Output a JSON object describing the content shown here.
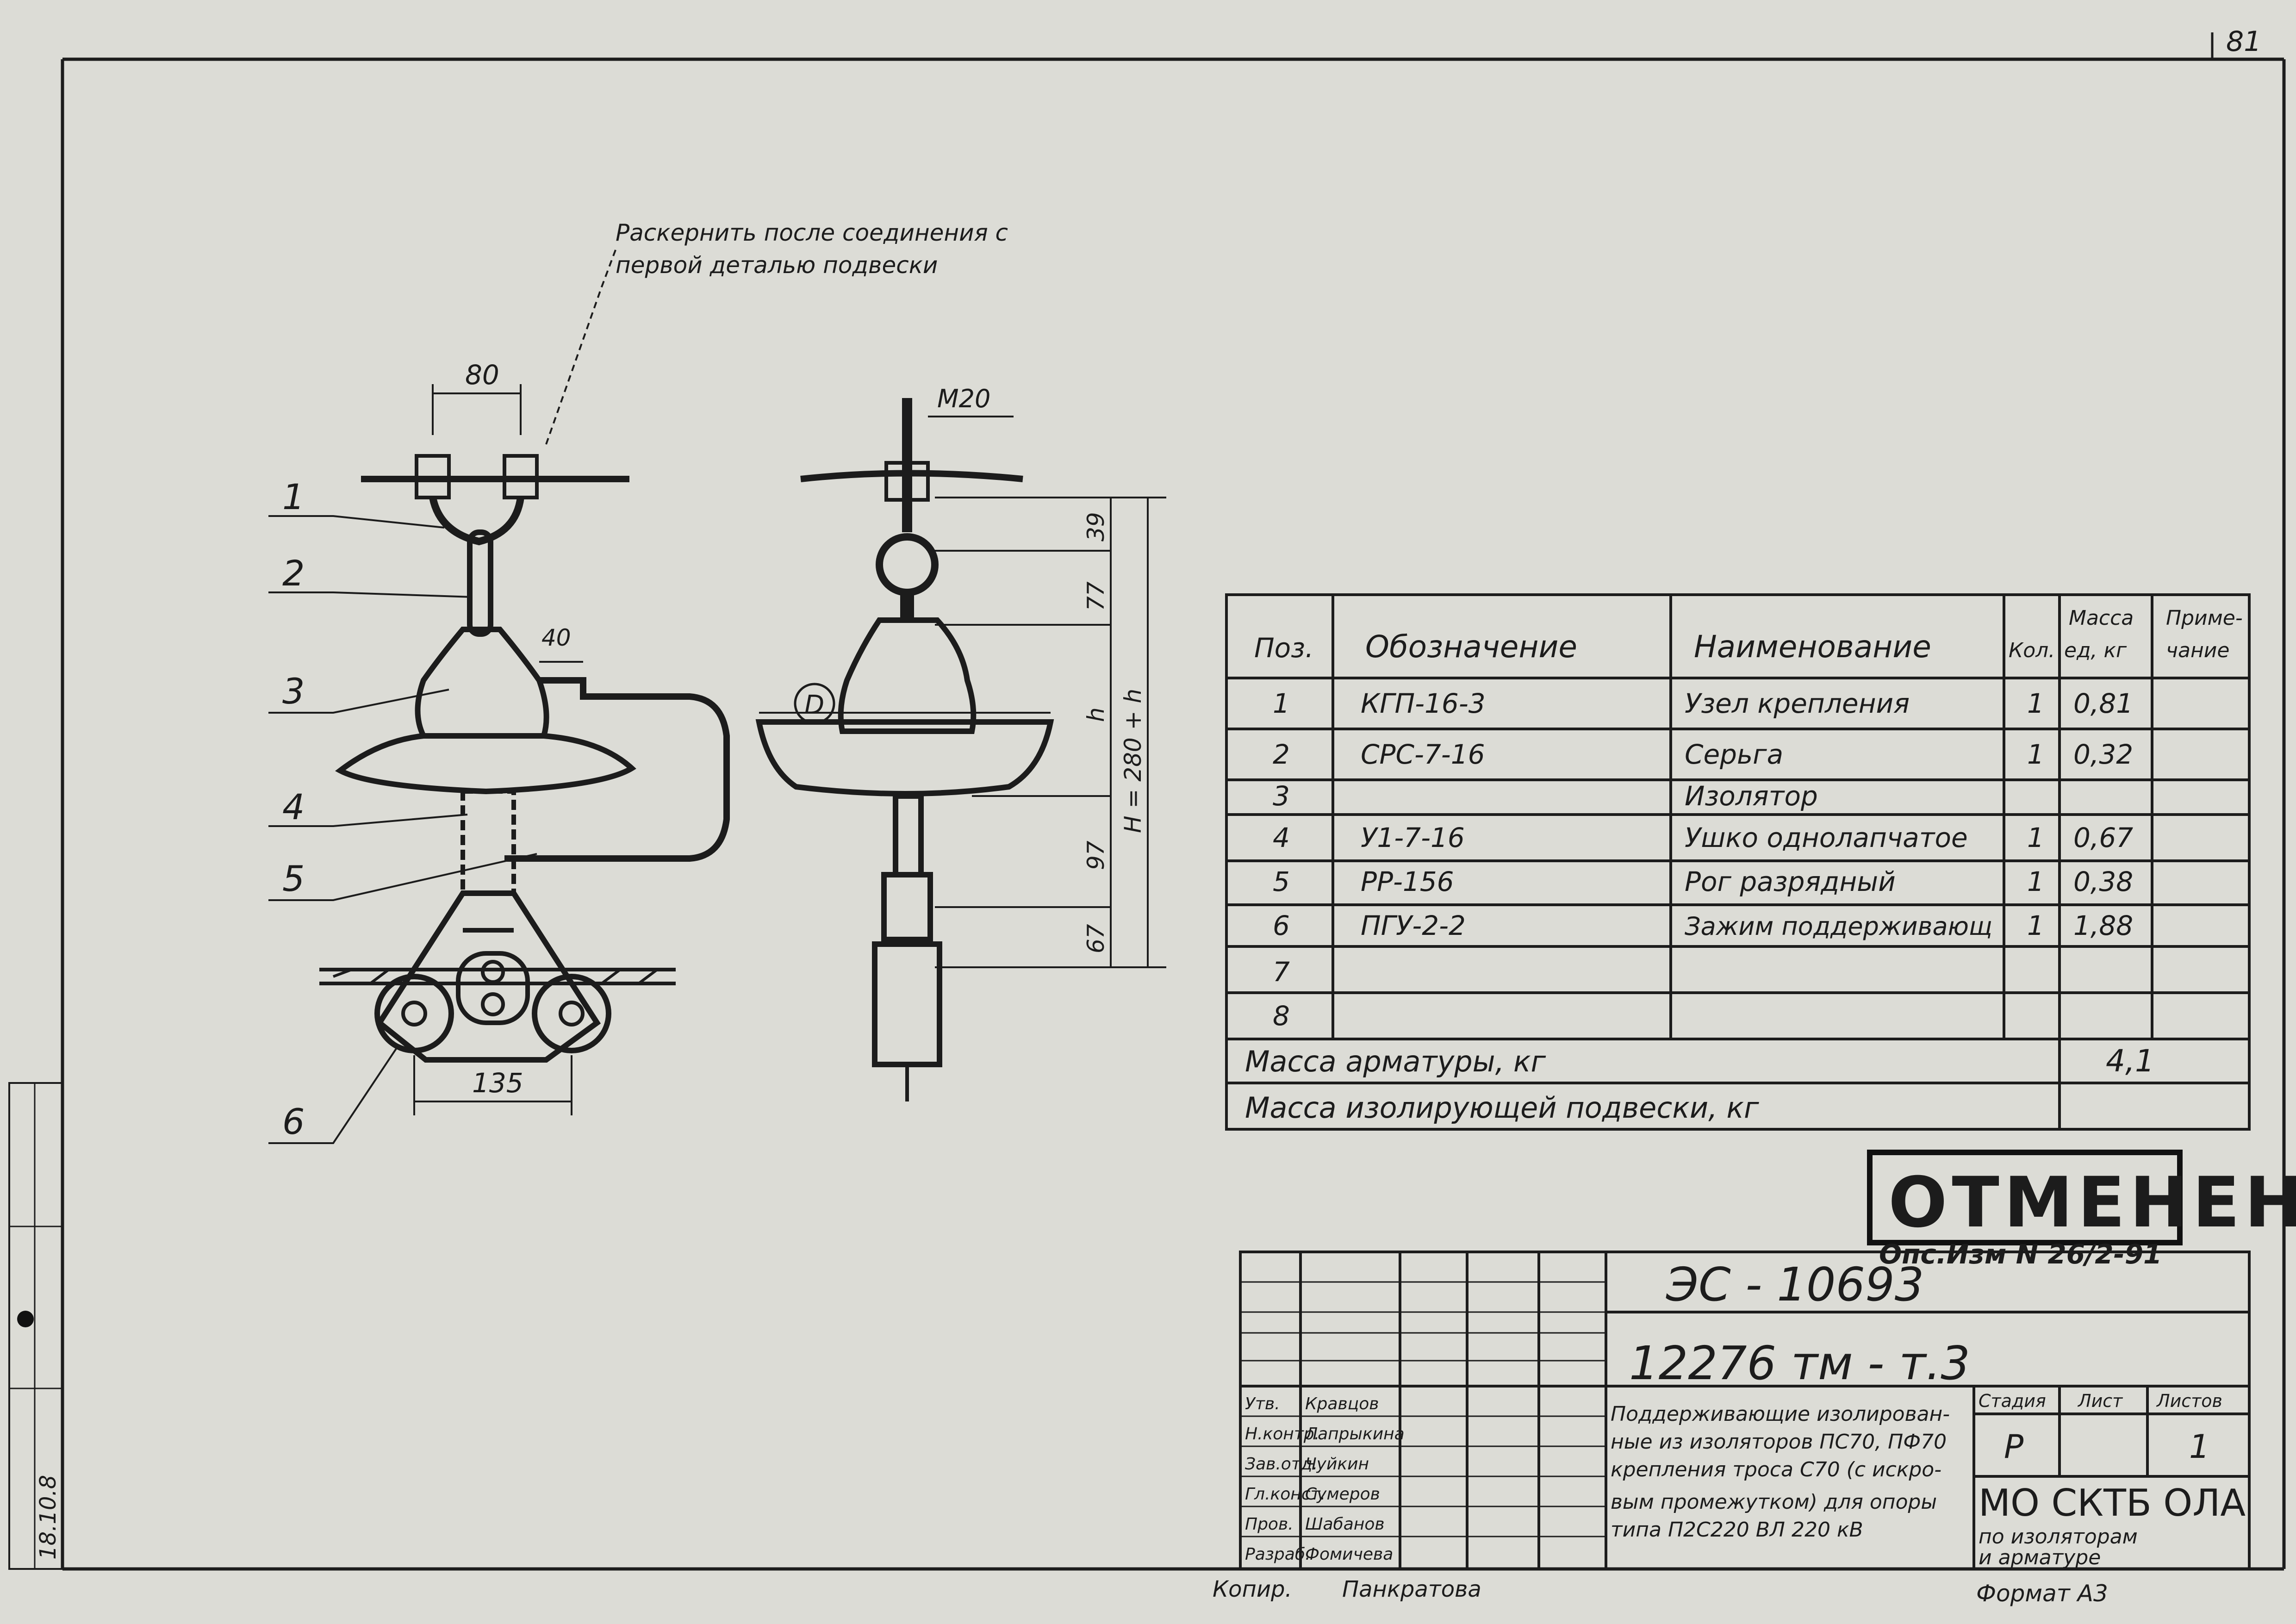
{
  "sheet_number": "81",
  "annotation": {
    "line1": "Раскернить после соединения с",
    "line2": "первой деталью подвески"
  },
  "left_view": {
    "dim_top": "80",
    "dim_horn": "40",
    "dim_bottom": "135",
    "pos_labels": [
      "1",
      "2",
      "3",
      "4",
      "5",
      "6"
    ]
  },
  "right_view": {
    "thread": "M20",
    "dia_symbol": "D",
    "dims": [
      "39",
      "77",
      "h",
      "97",
      "67"
    ],
    "total": "H = 280 + h"
  },
  "spec_table": {
    "headers": {
      "pos": "Поз.",
      "designation": "Обозначение",
      "name": "Наименование",
      "qty": "Кол.",
      "mass_l1": "Масса",
      "mass_l2": "ед, кг",
      "note_l1": "Приме-",
      "note_l2": "чание"
    },
    "rows": [
      {
        "pos": "1",
        "designation": "КГП-16-3",
        "name": "Узел крепления",
        "qty": "1",
        "mass": "0,81"
      },
      {
        "pos": "2",
        "designation": "СРС-7-16",
        "name": "Серьга",
        "qty": "1",
        "mass": "0,32"
      },
      {
        "pos": "3",
        "designation": "",
        "name": "Изолятор",
        "qty": "",
        "mass": ""
      },
      {
        "pos": "4",
        "designation": "У1-7-16",
        "name": "Ушко однолапчатое",
        "qty": "1",
        "mass": "0,67"
      },
      {
        "pos": "5",
        "designation": "РР-156",
        "name": "Рог разрядный",
        "qty": "1",
        "mass": "0,38"
      },
      {
        "pos": "6",
        "designation": "ПГУ-2-2",
        "name": "Зажим поддерживающ",
        "qty": "1",
        "mass": "1,88"
      },
      {
        "pos": "7",
        "designation": "",
        "name": "",
        "qty": "",
        "mass": ""
      },
      {
        "pos": "8",
        "designation": "",
        "name": "",
        "qty": "",
        "mass": ""
      }
    ],
    "mass_fittings_label": "Масса арматуры, кг",
    "mass_fittings_value": "4,1",
    "mass_suspension_label": "Масса изолирующей подвески, кг",
    "mass_suspension_value": ""
  },
  "stamp": {
    "main": "ОТМЕНЕН",
    "sub": "Опс.Изм N 26/2-91"
  },
  "title_block": {
    "doc_code": "ЭС - 10693",
    "drawing_number": "12276 тм - т.3",
    "description": [
      "Поддерживающие изолирован-",
      "ные из изоляторов ПС70, ПФ70",
      "крепления троса С70 (с искро-",
      "вым промежутком) для опоры",
      "типа П2С220 ВЛ 220 кВ"
    ],
    "stage_label": "Стадия",
    "sheet_label": "Лист",
    "sheets_label": "Листов",
    "stage_value": "Р",
    "sheet_value": "",
    "sheets_value": "1",
    "org_line1": "МО СКТБ ОЛА",
    "org_line2": "по изоляторам",
    "org_line3": "и арматуре",
    "signatures": [
      {
        "role": "Утв.",
        "name": "Кравцов"
      },
      {
        "role": "Н.контр.",
        "name": "Лапрыкина"
      },
      {
        "role": "Зав.отд.",
        "name": "Чуйкин"
      },
      {
        "role": "Гл.конст.",
        "name": "Сумеров"
      },
      {
        "role": "Пров.",
        "name": "Шабанов"
      },
      {
        "role": "Разраб.",
        "name": "Фомичева"
      }
    ],
    "copy_label": "Копир.",
    "copy_name": "Панкратова",
    "format": "Формат А3"
  },
  "side_stamp_date": "18.10.8"
}
